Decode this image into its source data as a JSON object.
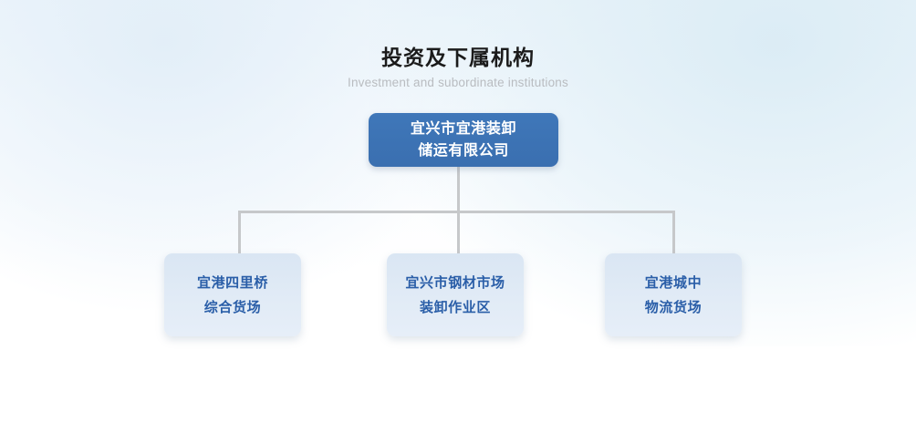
{
  "header": {
    "title": "投资及下属机构",
    "subtitle": "Investment and subordinate institutions"
  },
  "colors": {
    "root_node_fill": "#3a72b5",
    "root_node_text": "#ffffff",
    "child_node_fill": "#dbe6f3",
    "child_node_text": "#2a5ea8",
    "connector_line": "#c6c8ca",
    "title_text": "#1b1b1b",
    "subtitle_text": "#b9bcc0",
    "page_background": "#ffffff"
  },
  "chart_data": {
    "type": "diagram",
    "diagram_type": "organization-chart",
    "title": "投资及下属机构",
    "subtitle": "Investment and subordinate institutions",
    "orientation": "top-down",
    "levels": 2,
    "nodes": [
      {
        "id": "root",
        "level": 0,
        "lines": [
          "宜兴市宜港装卸",
          "储运有限公司"
        ],
        "full_text": "宜兴市宜港装卸储运有限公司",
        "fill": "#3a72b5",
        "text_color": "#ffffff"
      },
      {
        "id": "child-1",
        "level": 1,
        "parent": "root",
        "lines": [
          "宜港四里桥",
          "综合货场"
        ],
        "full_text": "宜港四里桥综合货场",
        "fill": "#dbe6f3",
        "text_color": "#2a5ea8"
      },
      {
        "id": "child-2",
        "level": 1,
        "parent": "root",
        "lines": [
          "宜兴市钢材市场",
          "装卸作业区"
        ],
        "full_text": "宜兴市钢材市场装卸作业区",
        "fill": "#dbe6f3",
        "text_color": "#2a5ea8"
      },
      {
        "id": "child-3",
        "level": 1,
        "parent": "root",
        "lines": [
          "宜港城中",
          "物流货场"
        ],
        "full_text": "宜港城中物流货场",
        "fill": "#dbe6f3",
        "text_color": "#2a5ea8"
      }
    ],
    "edges": [
      {
        "from": "root",
        "to": "child-1"
      },
      {
        "from": "root",
        "to": "child-2"
      },
      {
        "from": "root",
        "to": "child-3"
      }
    ]
  }
}
